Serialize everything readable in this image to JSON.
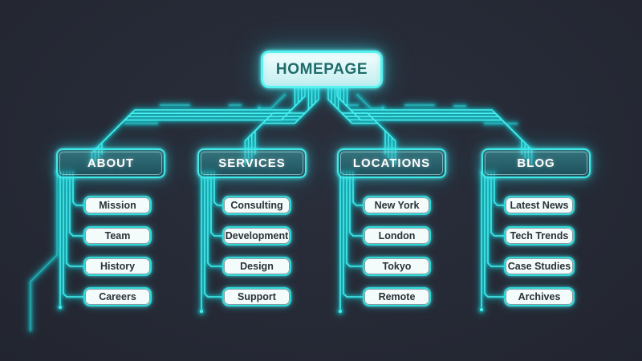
{
  "root": {
    "label": "HOMEPAGE"
  },
  "sections": [
    {
      "label": "ABOUT",
      "children": [
        "Mission",
        "Team",
        "History",
        "Careers"
      ]
    },
    {
      "label": "SERVICES",
      "children": [
        "Consulting",
        "Development",
        "Design",
        "Support"
      ]
    },
    {
      "label": "LOCATIONS",
      "children": [
        "New York",
        "London",
        "Tokyo",
        "Remote"
      ]
    },
    {
      "label": "BLOG",
      "children": [
        "Latest News",
        "Tech Trends",
        "Case Studies",
        "Archives"
      ]
    }
  ],
  "colors": {
    "background": "#262a36",
    "trace": "#49f0ee",
    "trace_glow": "#12c6cf",
    "root_fill": "#e8fbfc",
    "root_text": "#206b6a",
    "category_fill": "#20707a",
    "category_border": "#3ee9e9",
    "category_text": "#ffffff",
    "child_fill": "#f4fbfb",
    "child_border": "#30dada",
    "child_text": "#2b3238"
  }
}
